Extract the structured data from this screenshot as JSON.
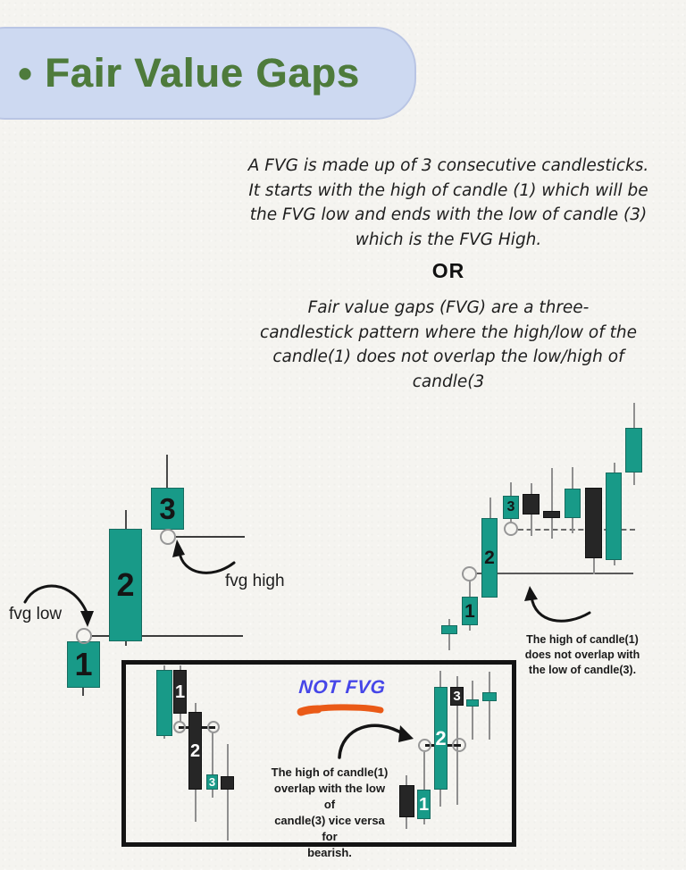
{
  "title": {
    "bullet": "•",
    "text": "Fair Value Gaps"
  },
  "intro": {
    "definition1": [
      "A FVG is made up of 3 consecutive candlesticks.",
      "It starts with the high of candle (1) which will be",
      "the FVG low and ends with the low of candle (3)",
      "which is the FVG High."
    ],
    "or_label": "OR",
    "definition2": [
      "Fair value gaps (FVG) are a three-",
      "candlestick pattern where the high/low of the",
      "candle(1) does not overlap the low/high of",
      "candle(3"
    ]
  },
  "fvg_diagram": {
    "candle_labels": {
      "c1": "1",
      "c2": "2",
      "c3": "3"
    },
    "fvg_low_label": "fvg low",
    "fvg_high_label": "fvg high"
  },
  "valid_fvg_example": {
    "candle_labels": {
      "c1": "1",
      "c2": "2",
      "c3": "3"
    },
    "note": [
      "The high of candle(1)",
      "does not overlap with",
      "the low of candle(3)."
    ]
  },
  "not_fvg_box": {
    "heading": "NOT FVG",
    "note": [
      "The high of candle(1)",
      "overlap with the low of",
      "candle(3) vice versa for",
      "bearish."
    ],
    "bearish_example": {
      "candle_labels": {
        "c1": "1",
        "c2": "2",
        "c3": "3"
      }
    },
    "bullish_example": {
      "candle_labels": {
        "c1": "1",
        "c2": "2",
        "c3": "3"
      }
    }
  },
  "colors": {
    "bullish_teal": "#189a88",
    "bearish_black": "#262626",
    "title_green": "#4e7b3c",
    "banner_blue": "#cdd9f1",
    "not_fvg_blue": "#4646e8",
    "underline_orange": "#ea5a17",
    "paper_background": "#f5f4f0"
  }
}
